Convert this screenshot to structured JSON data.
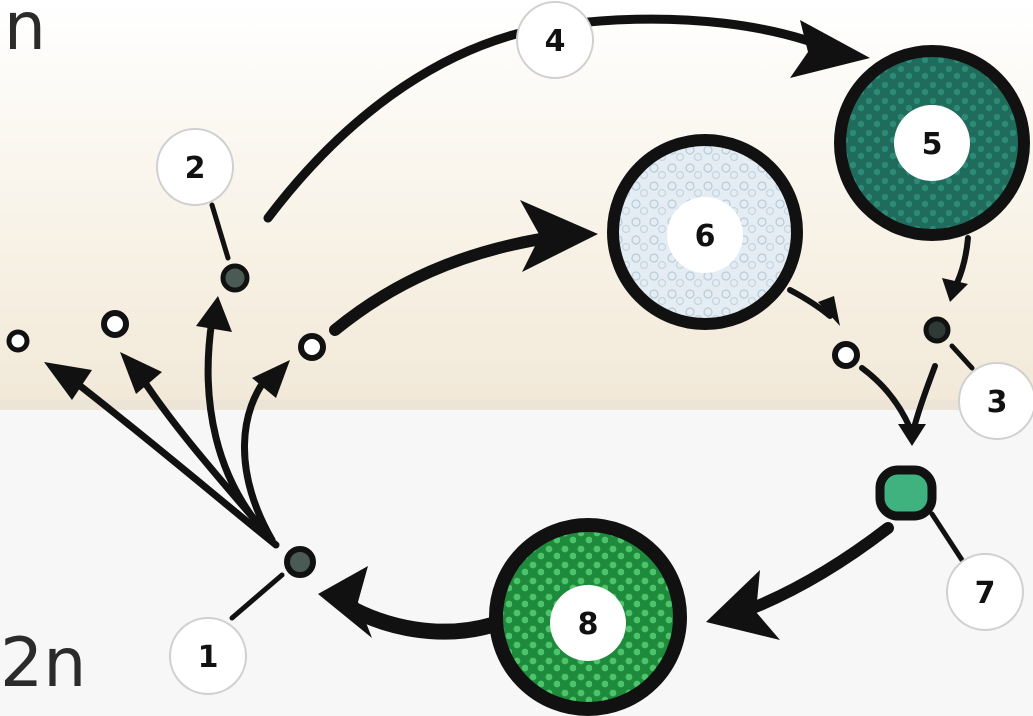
{
  "ploidy_labels": {
    "haploid": "n",
    "diploid": "2n"
  },
  "stage_labels": [
    "1",
    "2",
    "3",
    "4",
    "5",
    "6",
    "7",
    "8"
  ],
  "colors": {
    "upper_band": "#f7f1e6",
    "lower_band": "#f6f6f6",
    "dark_teal": "#1f6b5c",
    "green": "#2eaa4d",
    "pale_blue": "#dfeaf2",
    "stroke": "#111111"
  }
}
